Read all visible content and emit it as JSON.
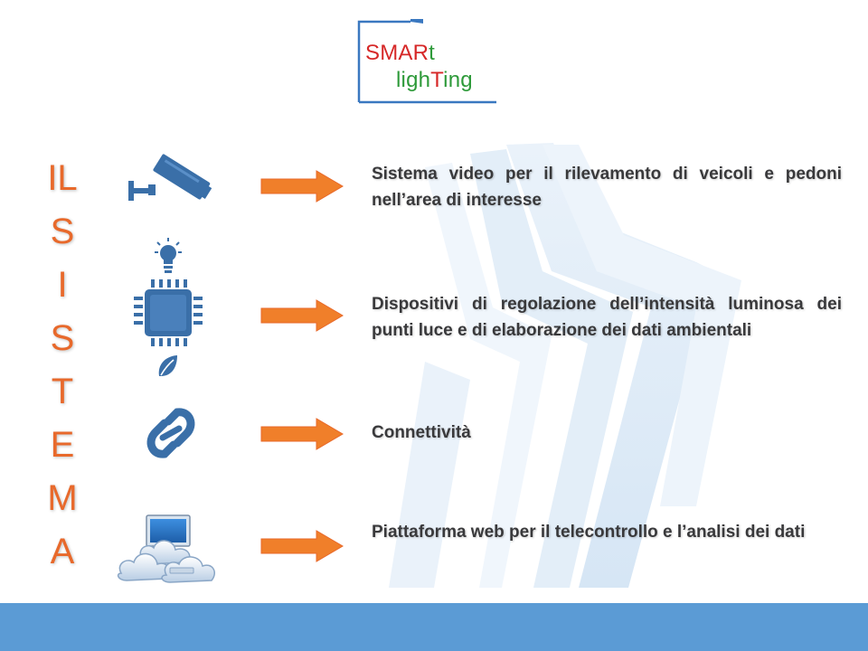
{
  "logo": {
    "line1_red": "SMAR",
    "line1_green": "t",
    "line2_green_a": "ligh",
    "line2_red": "T",
    "line2_green_b": "ing"
  },
  "title_letters": [
    "IL",
    "S",
    "I",
    "S",
    "T",
    "E",
    "M",
    "A"
  ],
  "rows": [
    {
      "icon": "security-camera-icon",
      "text": "Sistema video per il rilevamento di veicoli e pedoni nell’area di interesse"
    },
    {
      "icon": "chip-icon",
      "text": "Dispositivi di regolazione dell’intensità luminosa dei punti luce e di elaborazione dei dati ambientali"
    },
    {
      "icon": "chain-link-icon",
      "text": "Connettività"
    },
    {
      "icon": "cloud-computer-icon",
      "text": "Piattaforma web per il telecontrollo e l’analisi dei dati"
    }
  ],
  "colors": {
    "accent_orange": "#e8692b",
    "arrow_orange": "#f07f2a",
    "icon_blue": "#3a6fa8",
    "footer_blue": "#5b9bd5",
    "road_light_blue": "#deebf7"
  }
}
